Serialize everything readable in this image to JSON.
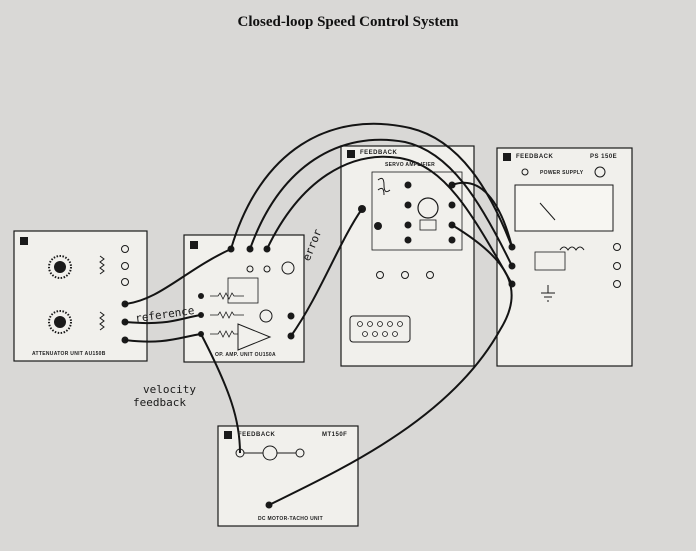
{
  "title": "Closed-loop Speed Control System",
  "labels": {
    "reference": "reference",
    "error": "error",
    "velocity": "velocity",
    "feedback": "feedback"
  },
  "units": {
    "attenuator": "ATTENUATOR UNIT AU150B",
    "opamp": "OP. AMP. UNIT OU150A",
    "servo_brand": "FEEDBACK",
    "servo_name": "SERVO AMPLIFIER",
    "psu_brand": "FEEDBACK",
    "psu_model": "PS 150E",
    "psu_name": "POWER SUPPLY",
    "motor_brand": "FEEDBACK",
    "motor_model": "MT150F",
    "motor_name": "DC MOTOR-TACHO UNIT"
  },
  "colors": {
    "background": "#d9d8d6",
    "panel": "#f1f0ec",
    "ink": "#1a1a1a",
    "wire": "#141414"
  }
}
